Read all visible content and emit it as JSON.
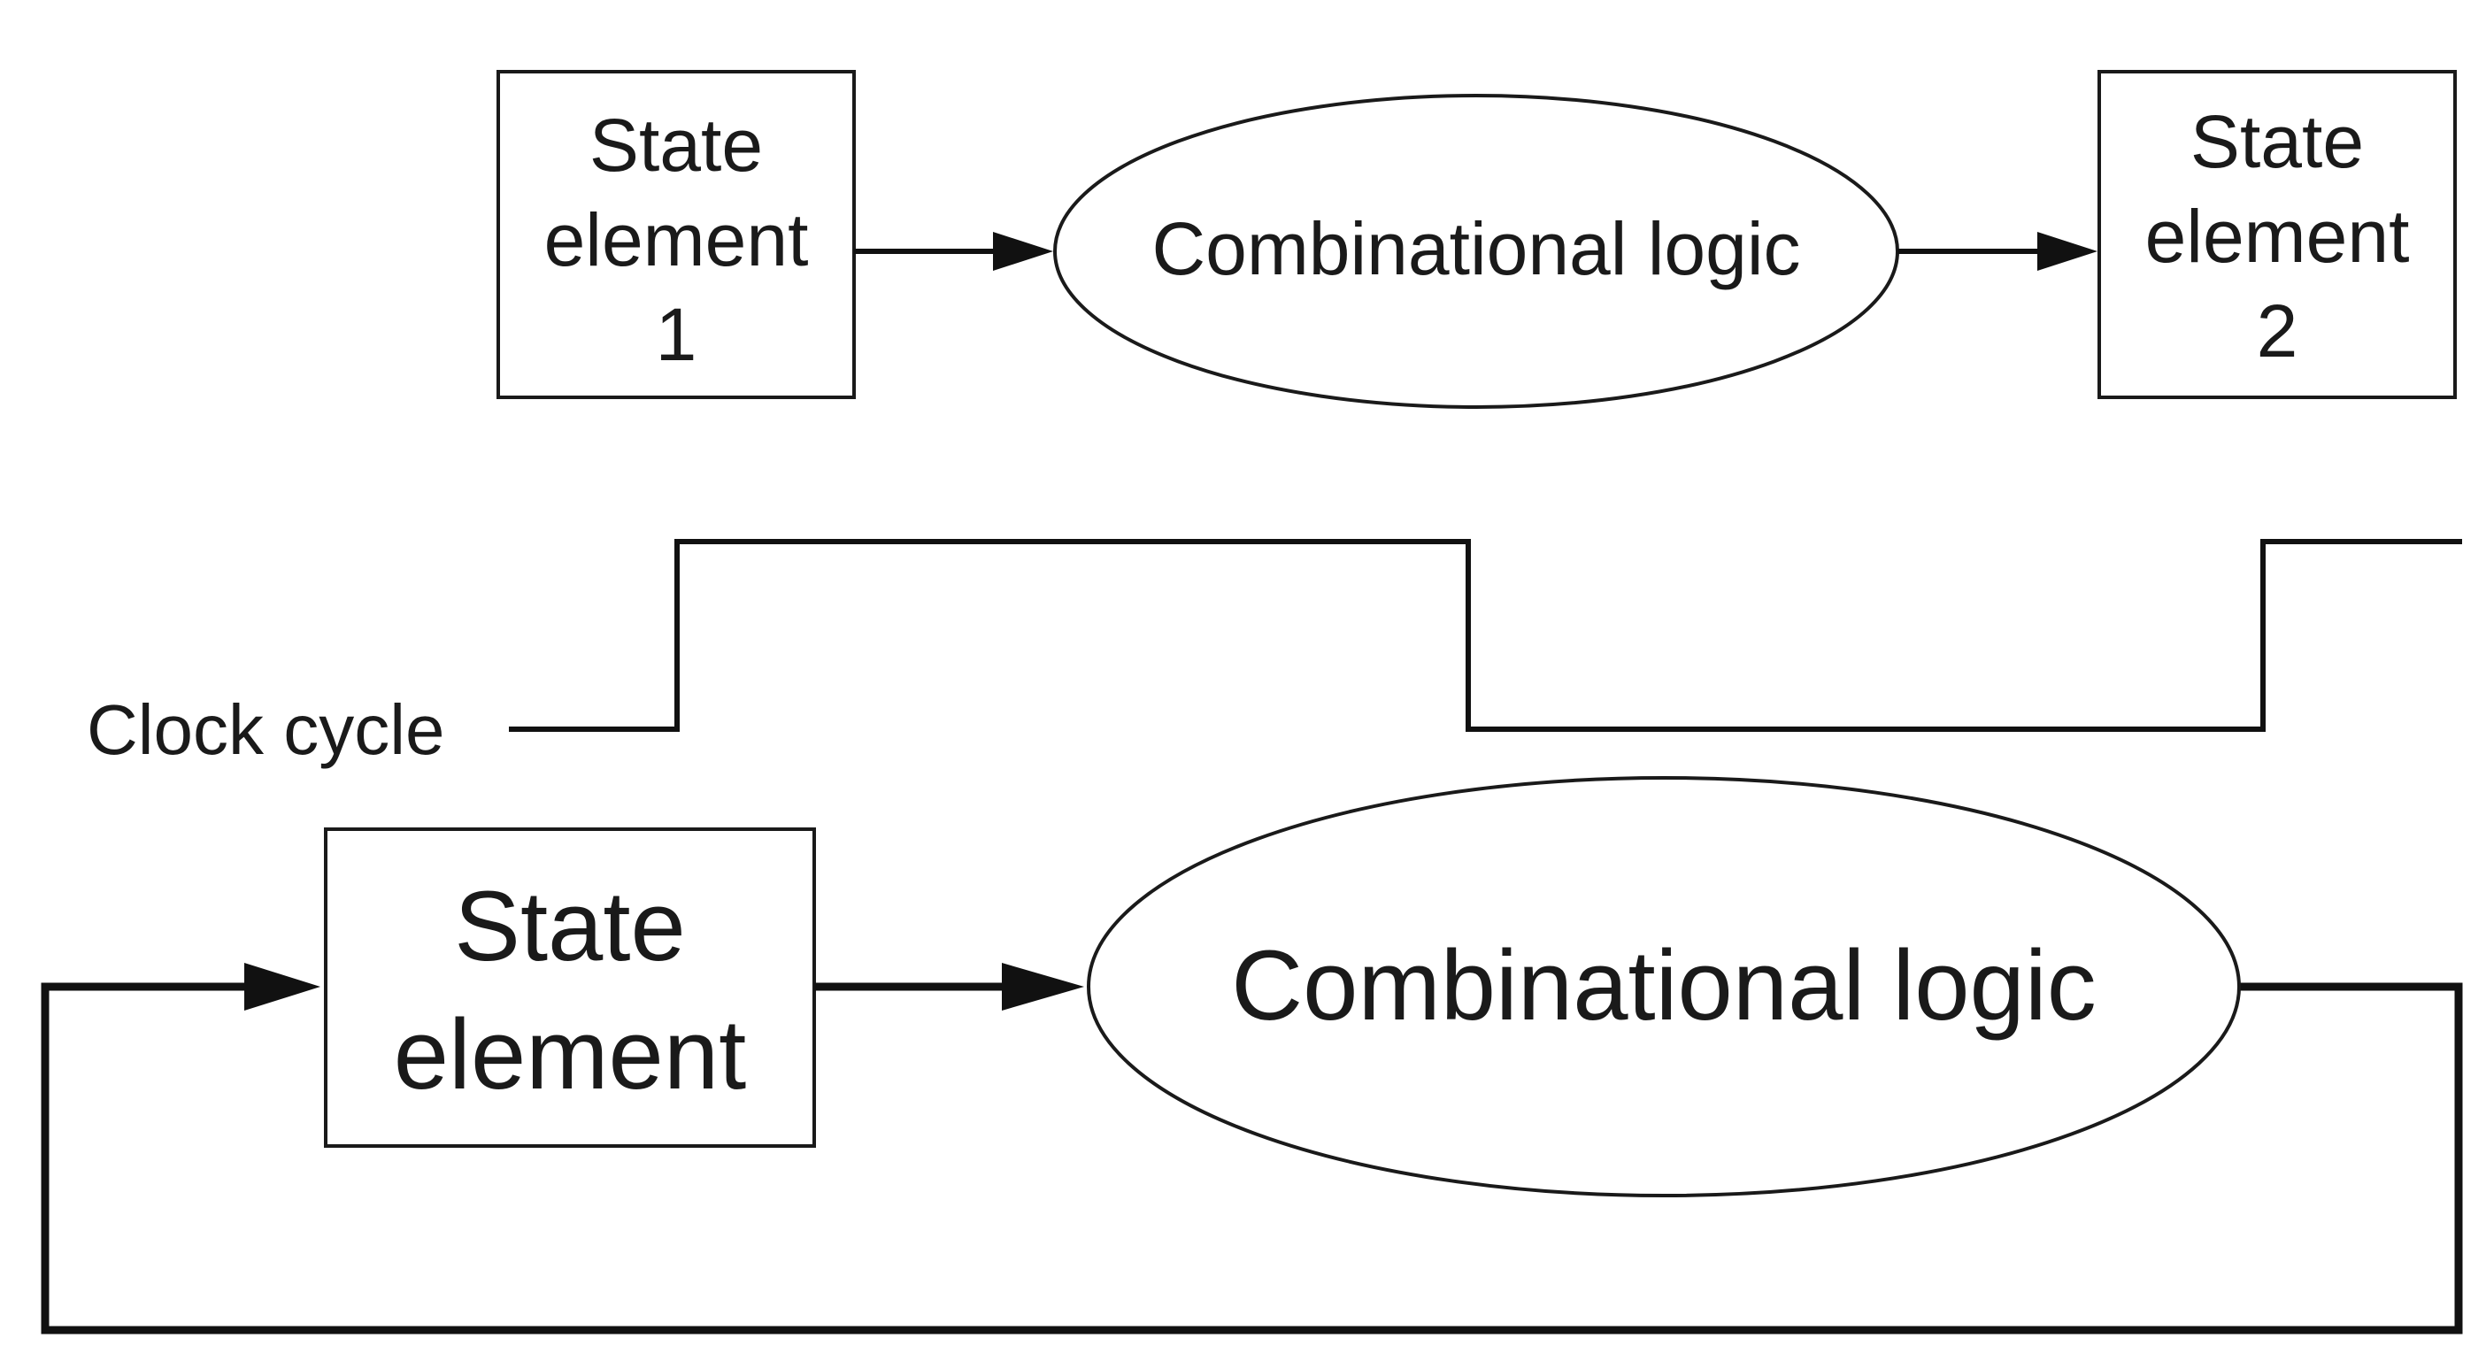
{
  "top": {
    "state_element_1": {
      "line1": "State",
      "line2": "element",
      "line3": "1"
    },
    "combinational_logic": {
      "label": "Combinational logic"
    },
    "state_element_2": {
      "line1": "State",
      "line2": "element",
      "line3": "2"
    }
  },
  "clock": {
    "label": "Clock cycle"
  },
  "bottom": {
    "state_element": {
      "line1": "State",
      "line2": "element"
    },
    "combinational_logic": {
      "label": "Combinational logic"
    }
  }
}
